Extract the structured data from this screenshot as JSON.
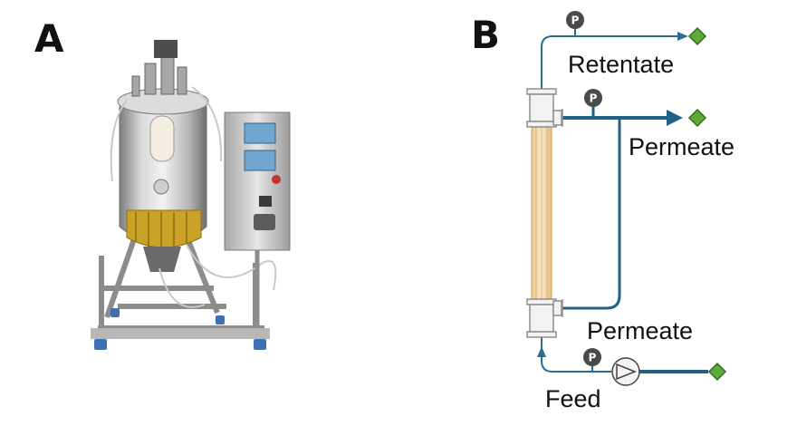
{
  "panels": {
    "a": {
      "label": "A"
    },
    "b": {
      "label": "B"
    }
  },
  "diagram": {
    "pressure_gauge_symbol": "P",
    "labels": {
      "retentate": "Retentate",
      "permeate_top": "Permeate",
      "permeate_bottom": "Permeate",
      "feed": "Feed"
    },
    "colors": {
      "pipe": "#2b6d8f",
      "outlet_diamond": "#5fa83a",
      "gauge": "#4a4a4a",
      "fiber_column": "#f3d9a6",
      "housing": "#9a9a9a"
    }
  },
  "photo": {
    "subject": "stainless-steel-bioreactor-icon"
  }
}
